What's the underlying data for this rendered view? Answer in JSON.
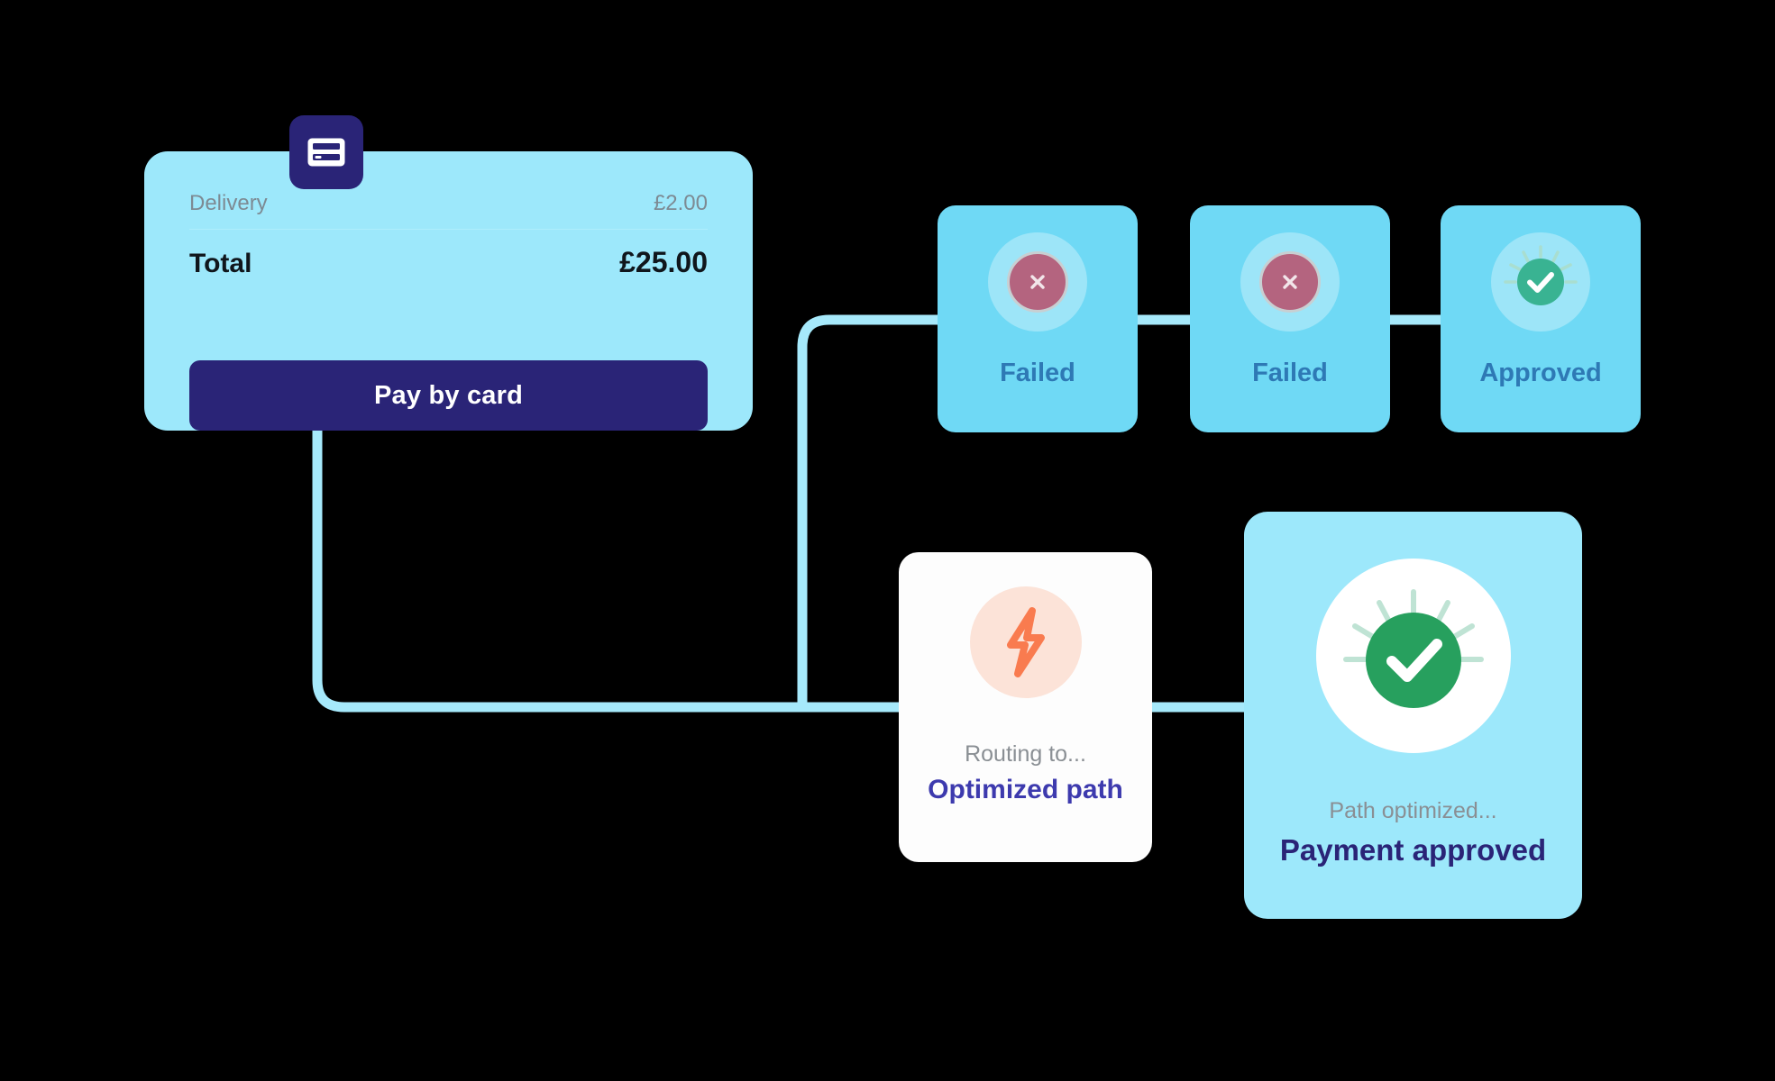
{
  "colors": {
    "background": "#000000",
    "card_light_blue": "#9DE8FB",
    "card_mid_blue": "#6FD9F5",
    "navy": "#2A2477",
    "indigo": "#3D3AAE",
    "wire": "#A6E9FB",
    "fail_rose": "#B4647F",
    "approve_green": "#27A05E",
    "approve_teal": "#39B392",
    "peach": "#FCE3D8",
    "orange": "#F97B4F",
    "muted_text": "#8A8F94",
    "attempt_label_blue": "#2E79B5"
  },
  "checkout": {
    "badge_icon": "credit-card-icon",
    "delivery_label": "Delivery",
    "delivery_value": "£2.00",
    "total_label": "Total",
    "total_value": "£25.00",
    "pay_button_label": "Pay by card"
  },
  "attempts": [
    {
      "label": "Failed",
      "icon": "x-circle-icon",
      "status": "failed"
    },
    {
      "label": "Failed",
      "icon": "x-circle-icon",
      "status": "failed"
    },
    {
      "label": "Approved",
      "icon": "check-burst-icon",
      "status": "approved"
    }
  ],
  "routing": {
    "icon": "lightning-bolt-icon",
    "subtitle": "Routing to...",
    "title": "Optimized path"
  },
  "approved": {
    "icon": "check-burst-icon",
    "subtitle": "Path optimized...",
    "title": "Payment approved"
  }
}
